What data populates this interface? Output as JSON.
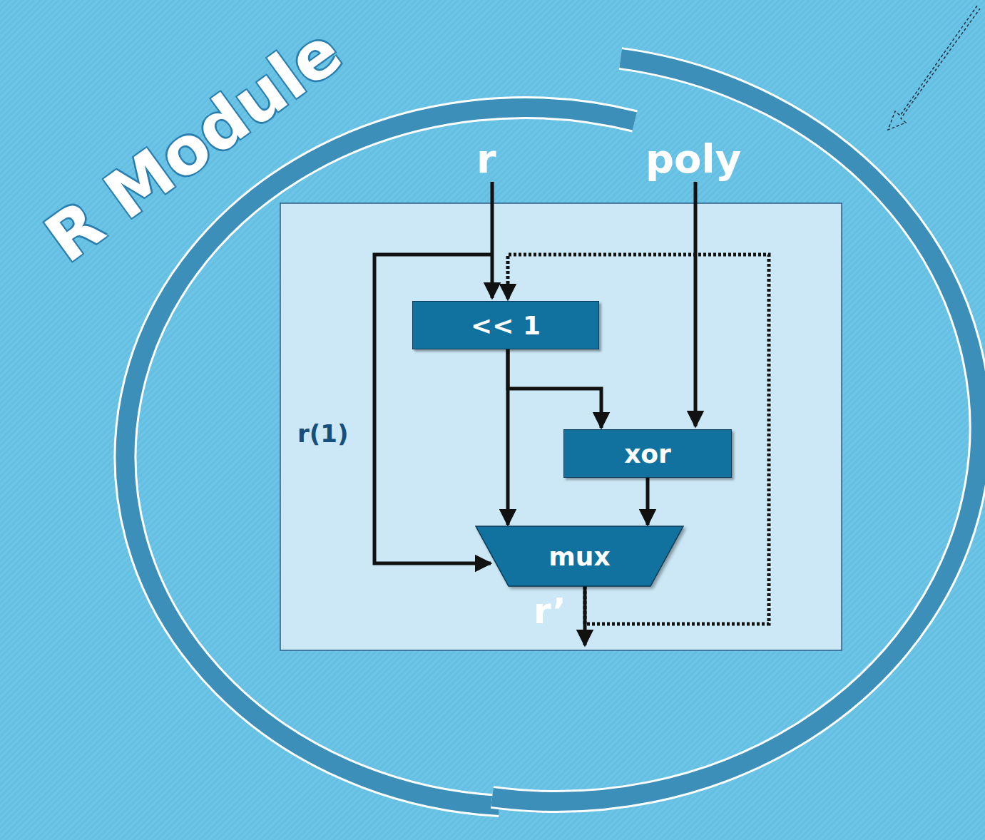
{
  "diagram": {
    "title": "R Module",
    "nodes": [
      {
        "text": [
          "<< 1"
        ]
      },
      {
        "text": [
          "xor"
        ]
      },
      {
        "text": [
          "mux"
        ]
      }
    ],
    "edges": [
      {
        "from": 0,
        "to": 1,
        "arrow": "to"
      },
      {
        "from": 0,
        "to": 2,
        "arrow": "to"
      },
      {
        "from": 1,
        "to": 2,
        "arrow": "to"
      },
      {
        "from": 2,
        "to": 0,
        "arrow": "to"
      }
    ],
    "labels": [
      "r",
      "poly",
      "r(1)",
      "r’"
    ]
  }
}
